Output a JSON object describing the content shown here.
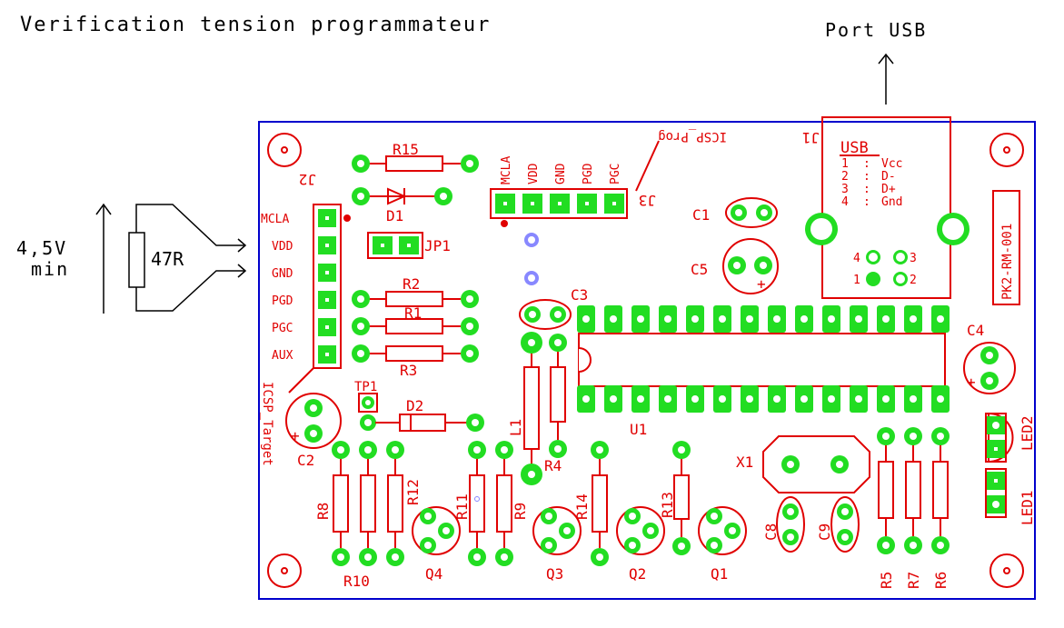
{
  "title": "Verification tension programmateur",
  "usb_port_label": "Port USB",
  "supply": {
    "voltage": "4,5V",
    "min": "min",
    "resistor": "47R"
  },
  "icsp_target": {
    "label": "ICSP_Target",
    "connector": "J2",
    "pins": [
      "MCLA",
      "VDD",
      "GND",
      "PGD",
      "PGC",
      "AUX"
    ]
  },
  "icsp_prog": {
    "label": "ICSP_Prog",
    "connector": "J3",
    "pins": [
      "MCLA",
      "VDD",
      "GND",
      "PGD",
      "PGC"
    ]
  },
  "usb_block": {
    "connector": "J1",
    "title": "USB",
    "pinout": [
      {
        "num": "1",
        "sep": ":",
        "name": "Vcc"
      },
      {
        "num": "2",
        "sep": ":",
        "name": "D-"
      },
      {
        "num": "3",
        "sep": ":",
        "name": "D+"
      },
      {
        "num": "4",
        "sep": ":",
        "name": "Gnd"
      }
    ],
    "pad_numbers": [
      "4",
      "3",
      "1",
      "2"
    ]
  },
  "board_ref": "PK2-RM-001",
  "components": {
    "R15": "R15",
    "D1": "D1",
    "JP1": "JP1",
    "R2": "R2",
    "R1": "R1",
    "R3": "R3",
    "TP1": "TP1",
    "D2": "D2",
    "C2": "C2",
    "R8": "R8",
    "R10": "R10",
    "R12": "R12",
    "R11": "R11",
    "R9": "R9",
    "L1": "L1",
    "R4": "R4",
    "R14": "R14",
    "R13": "R13",
    "Q4": "Q4",
    "Q3": "Q3",
    "Q2": "Q2",
    "Q1": "Q1",
    "C1": "C1",
    "C5": "C5",
    "C3": "C3",
    "U1": "U1",
    "C4": "C4",
    "X1": "X1",
    "C8": "C8",
    "C9": "C9",
    "R5": "R5",
    "R7": "R7",
    "R6": "R6",
    "LED1": "LED1",
    "LED2": "LED2"
  },
  "colors": {
    "silkscreen": "#e00000",
    "pad": "#22dd22",
    "board_outline": "#0000cc",
    "annotation": "#000000",
    "via": "#8888ff"
  }
}
